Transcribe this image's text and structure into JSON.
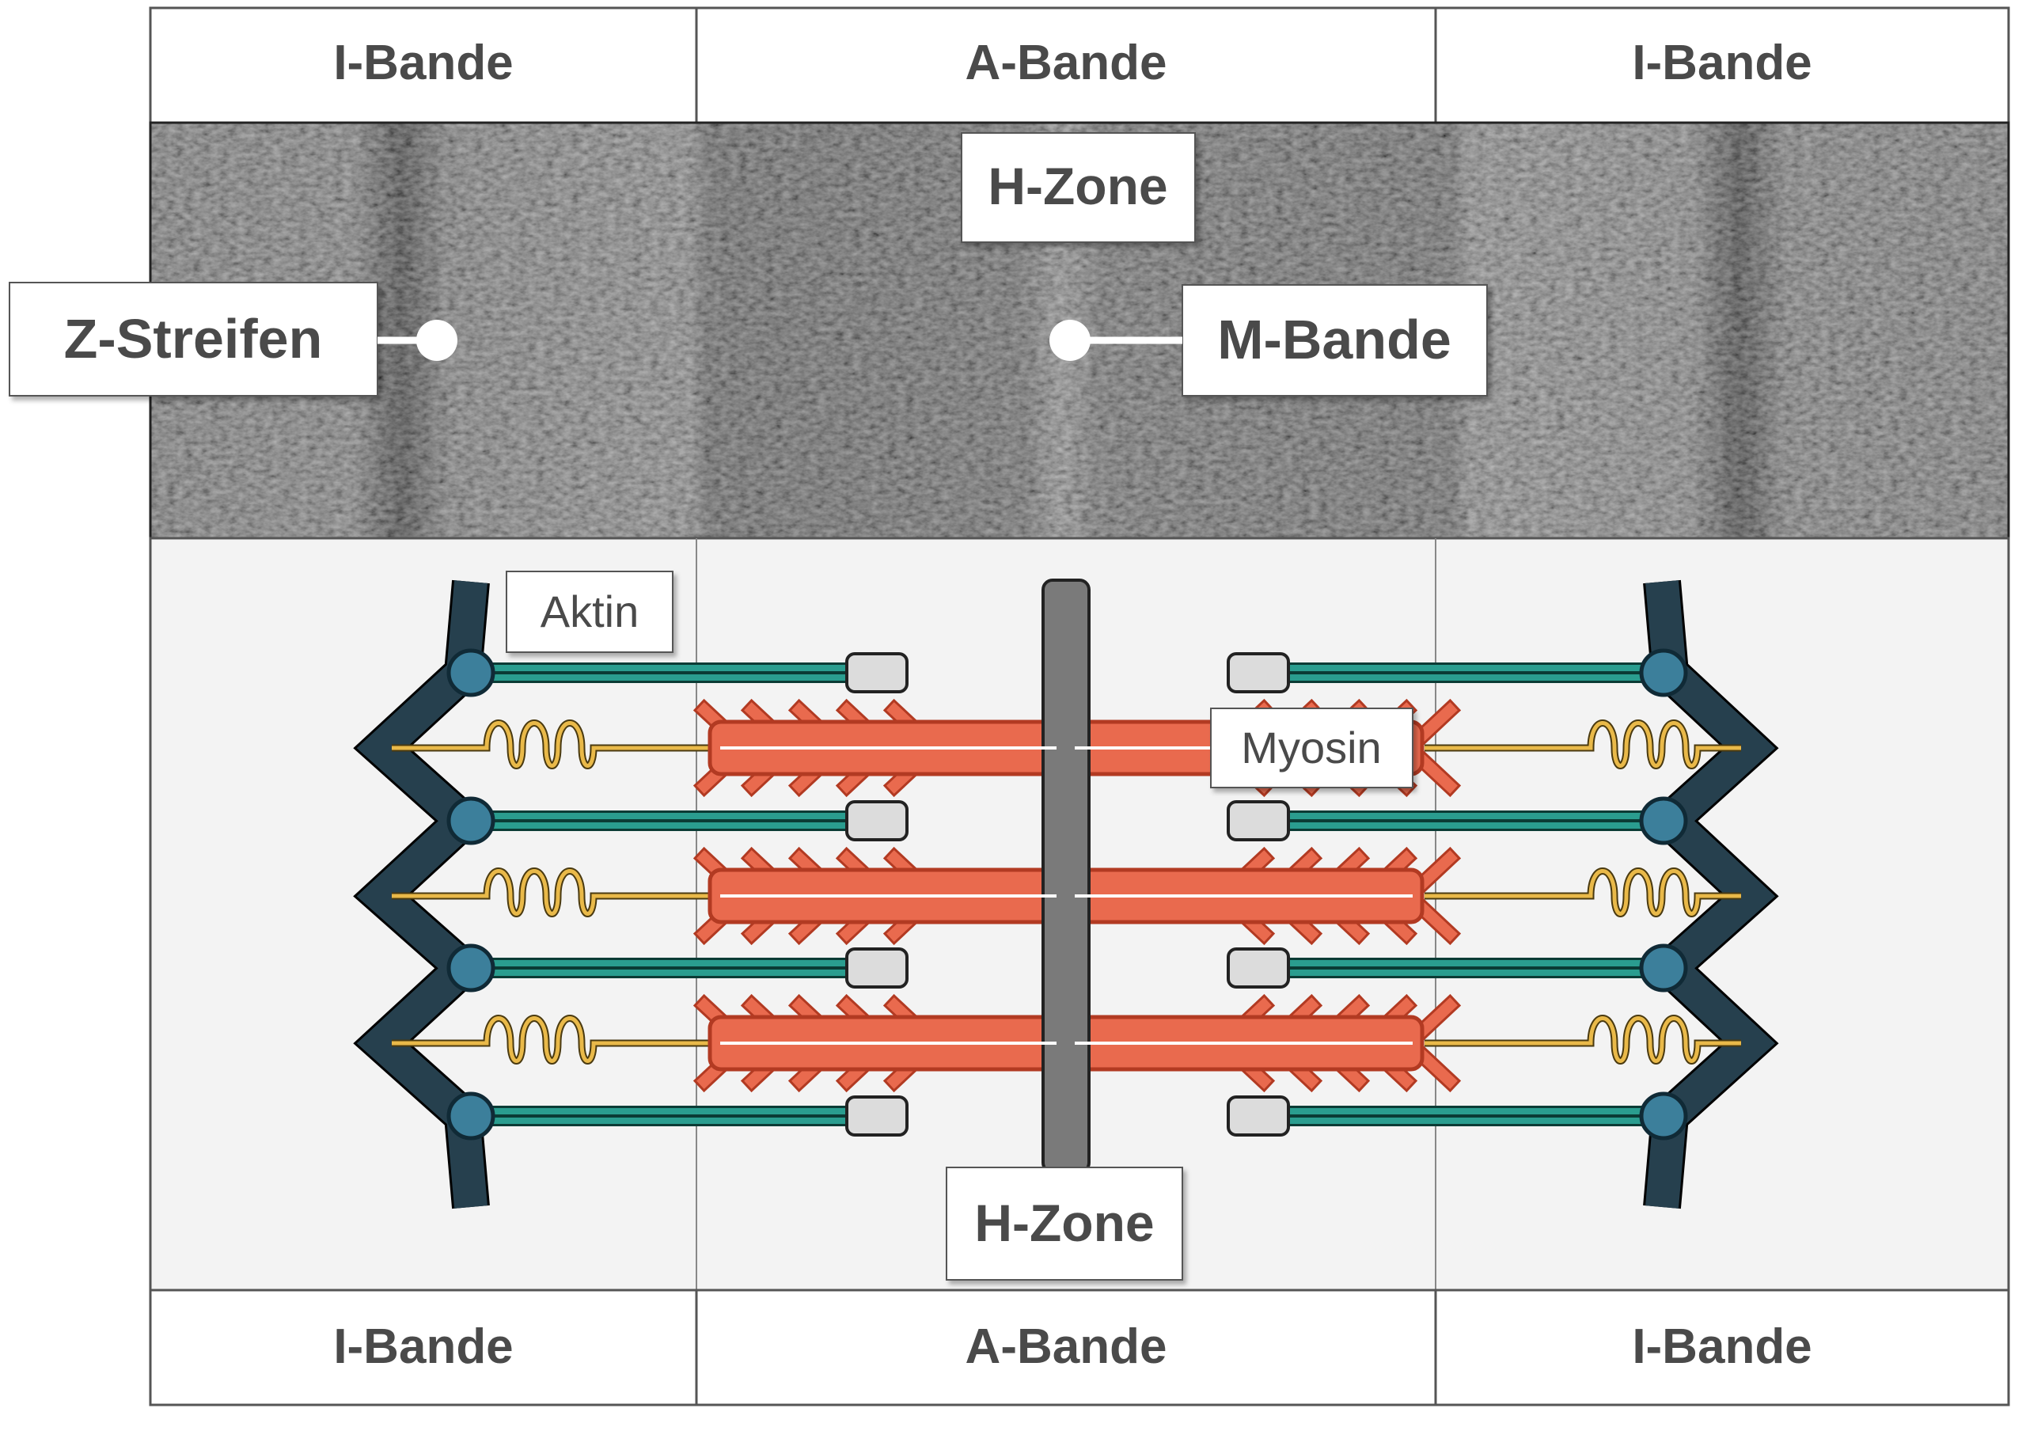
{
  "bands_top": [
    {
      "label": "I-Bande"
    },
    {
      "label": "A-Bande"
    },
    {
      "label": "I-Bande"
    }
  ],
  "bands_bottom": [
    {
      "label": "I-Bande"
    },
    {
      "label": "A-Bande"
    },
    {
      "label": "I-Bande"
    }
  ],
  "micrograph_labels": {
    "h_zone": "H-Zone",
    "z_streifen": "Z-Streifen",
    "m_bande": "M-Bande"
  },
  "schematic_labels": {
    "aktin": "Aktin",
    "myosin": "Myosin",
    "h_zone": "H-Zone"
  },
  "colors": {
    "z_disc": "#26404e",
    "actin_node": "#3c7f9b",
    "actin_filament": "#2a9d8f",
    "myosin": "#e96a4e",
    "myosin_edge": "#b23a22",
    "titin": "#e9b949",
    "m_line": "#7a7a7a",
    "cap": "#dcdcdc",
    "panel_bg": "#f3f3f3",
    "border": "#555555"
  },
  "icons": {
    "z_pointer": "dot-pointer-icon",
    "m_pointer": "dot-pointer-icon"
  }
}
